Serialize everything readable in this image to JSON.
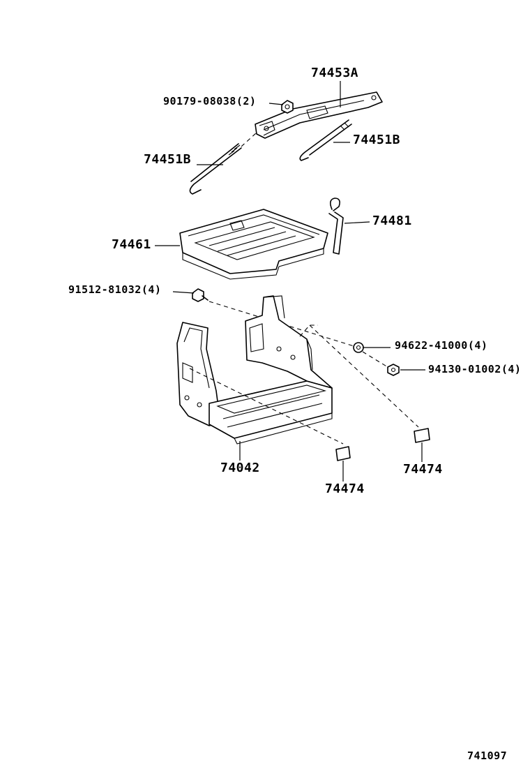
{
  "labels": {
    "p74453A": "74453A",
    "p90179": "90179-08038(2)",
    "p74451B_left": "74451B",
    "p74451B_right": "74451B",
    "p74481": "74481",
    "p74461": "74461",
    "p91512": "91512-81032(4)",
    "p94622": "94622-41000(4)",
    "p94130": "94130-01002(4)",
    "p74042": "74042",
    "p74474_left": "74474",
    "p74474_right": "74474"
  },
  "footer": {
    "diagram_code": "741097"
  }
}
